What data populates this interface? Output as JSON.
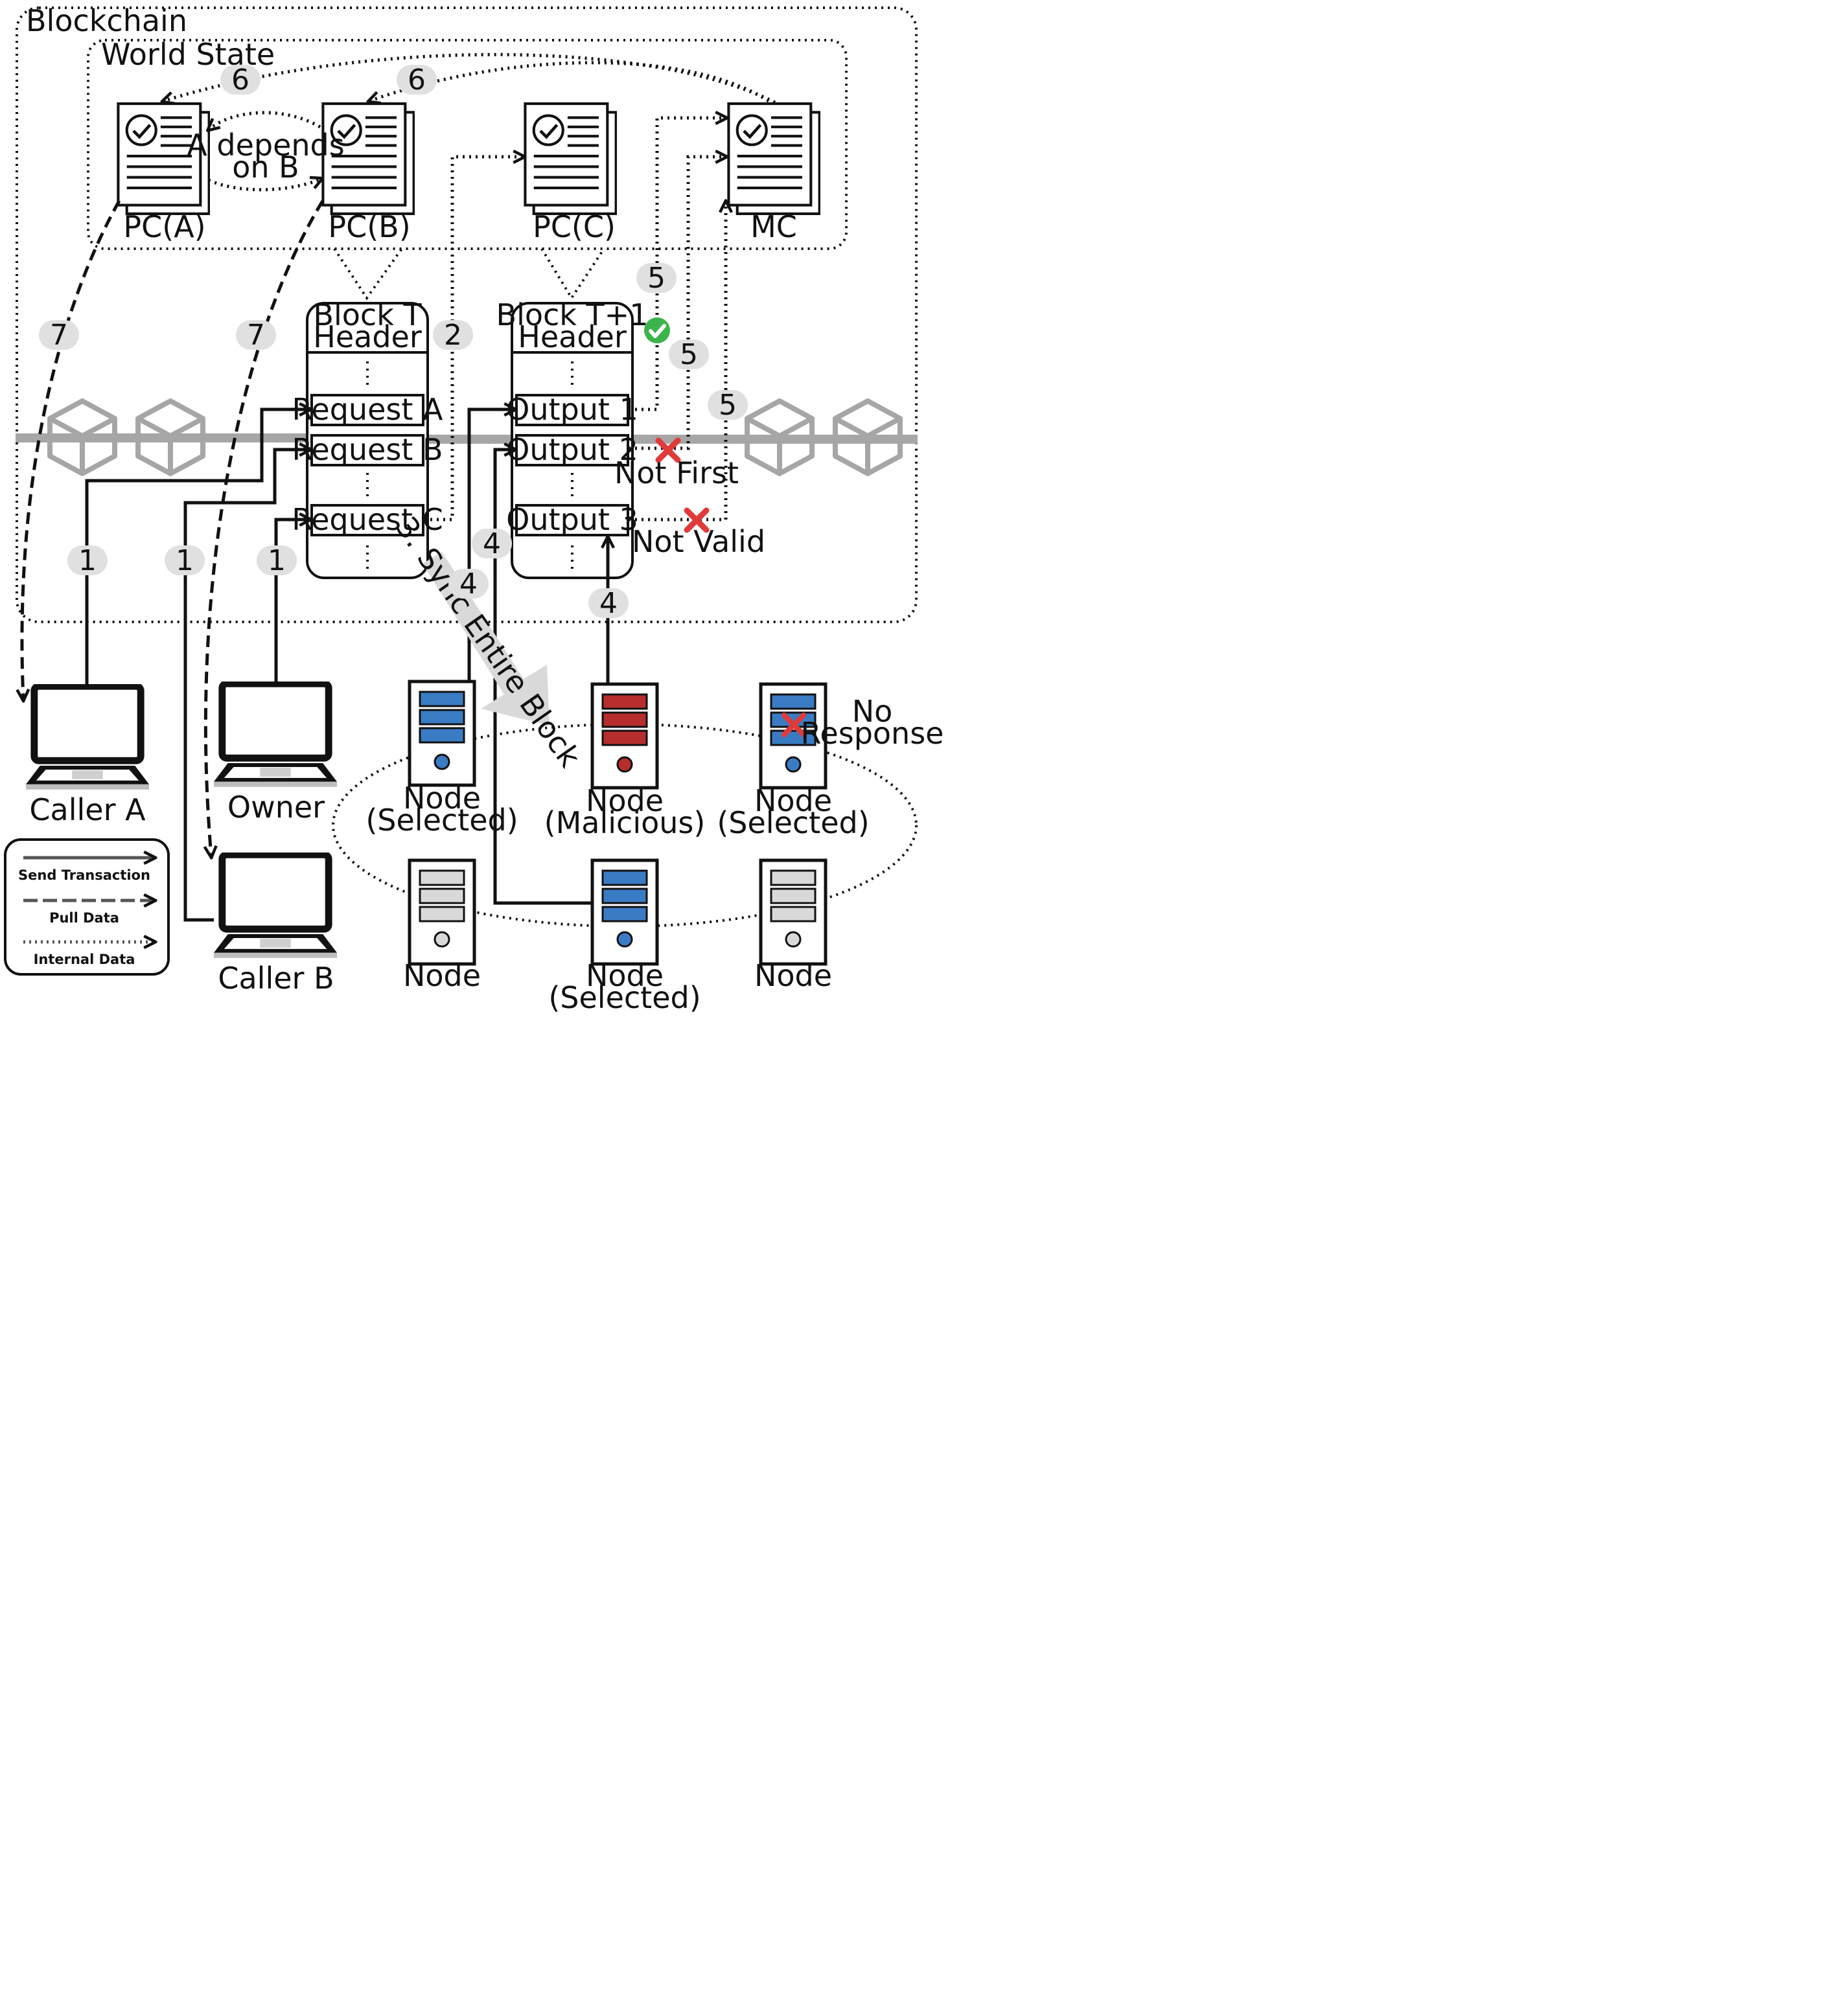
{
  "regions": {
    "blockchain": "Blockchain",
    "world_state": "World State"
  },
  "contracts": [
    {
      "id": "pca",
      "label": "PC(A)"
    },
    {
      "id": "pcb",
      "label": "PC(B)"
    },
    {
      "id": "pcc",
      "label": "PC(C)"
    },
    {
      "id": "mc",
      "label": "MC"
    }
  ],
  "dependency": {
    "line1": "A depends",
    "line2": "on B"
  },
  "blocks": [
    {
      "id": "block-t",
      "header_line1": "Block T",
      "header_line2": "Header",
      "rows": [
        "Request A",
        "Request B",
        "Request C"
      ]
    },
    {
      "id": "block-t1",
      "header_line1": "Block T+1",
      "header_line2": "Header",
      "rows": [
        "Output 1",
        "Output 2",
        "Output 3"
      ]
    }
  ],
  "badges": {
    "step1": "1",
    "step2": "2",
    "step4": "4",
    "step5": "5",
    "step6": "6",
    "step7": "7"
  },
  "sync_label": "3. Sync Entire Block",
  "annotations": {
    "not_first": "Not First",
    "not_valid": "Not Valid",
    "no_response_1": "No",
    "no_response_2": "Response"
  },
  "computers": [
    {
      "id": "caller-a",
      "label": "Caller A"
    },
    {
      "id": "owner",
      "label": "Owner"
    },
    {
      "id": "caller-b",
      "label": "Caller B"
    }
  ],
  "nodes": [
    {
      "id": "n1",
      "line1": "Node",
      "line2": "(Selected)",
      "color": "#3a7cc4"
    },
    {
      "id": "n2",
      "line1": "Node",
      "line2": "(Malicious)",
      "color": "#b72d2d"
    },
    {
      "id": "n3",
      "line1": "Node",
      "line2": "(Selected)",
      "color": "#3a7cc4"
    },
    {
      "id": "n4",
      "line1": "Node",
      "line2": "",
      "color": "#d9d9d9"
    },
    {
      "id": "n5",
      "line1": "Node",
      "line2": "(Selected)",
      "color": "#3a7cc4"
    },
    {
      "id": "n6",
      "line1": "Node",
      "line2": "",
      "color": "#d9d9d9"
    }
  ],
  "legend": {
    "send": "Send Transaction",
    "pull": "Pull Data",
    "internal": "Internal Data"
  },
  "colors": {
    "chain": "#a6a6a6",
    "badge": "#e0e0e0",
    "ok": "#3cb44b",
    "fail": "#e03a3a"
  }
}
